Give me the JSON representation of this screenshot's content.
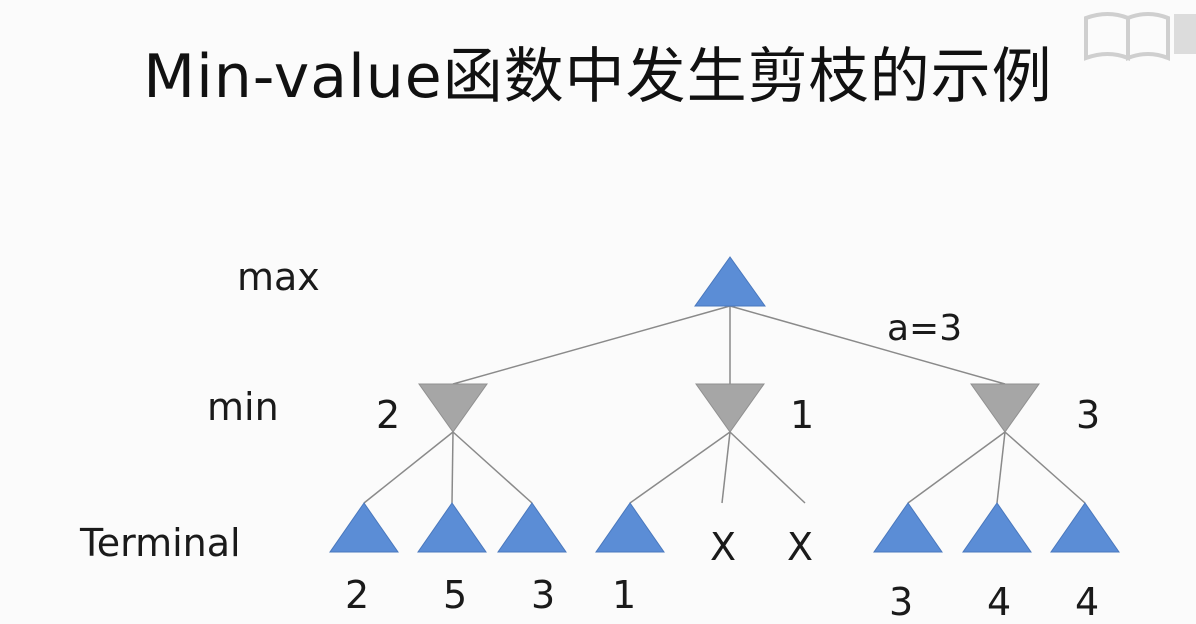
{
  "title": "Min-value函数中发生剪枝的示例",
  "level_labels": {
    "max": "max",
    "min": "min",
    "terminal": "Terminal"
  },
  "alpha_label": "a=3",
  "min_values": [
    "2",
    "1",
    "3"
  ],
  "terminal_values": [
    "2",
    "5",
    "3",
    "1",
    "X",
    "X",
    "3",
    "4",
    "4"
  ],
  "pruned_marker": "X",
  "colors": {
    "max_node": "#5b8dd6",
    "min_node": "#a6a6a6",
    "edge": "#8a8a8a"
  }
}
